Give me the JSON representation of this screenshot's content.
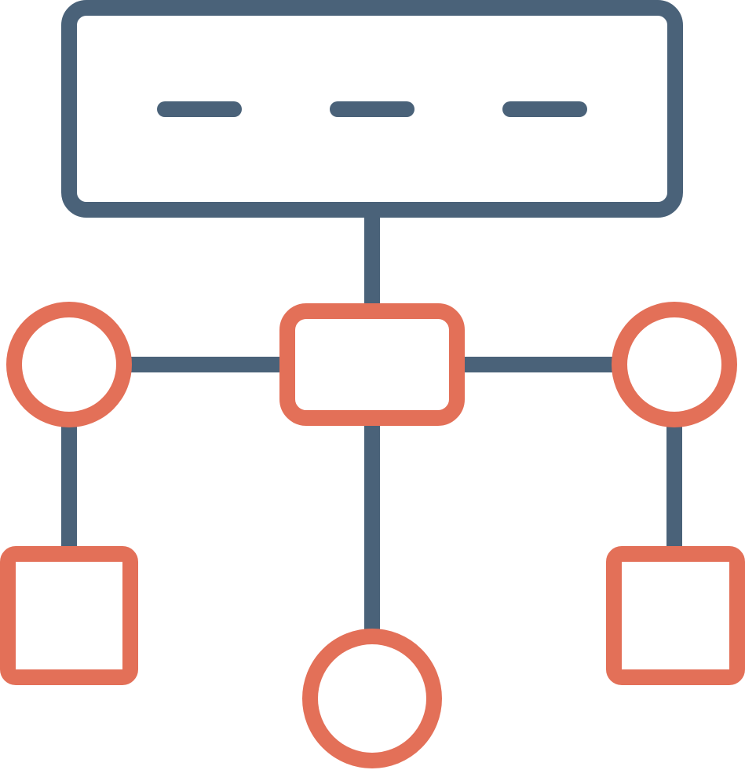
{
  "icon": {
    "name": "hierarchy-network-icon",
    "colors": {
      "primary": "#4a6279",
      "accent": "#e37058",
      "background": "#ffffff"
    },
    "nodes": [
      {
        "name": "root-panel",
        "shape": "rounded-rectangle",
        "color": "primary"
      },
      {
        "name": "center-node",
        "shape": "rounded-rectangle",
        "color": "accent"
      },
      {
        "name": "left-node",
        "shape": "circle",
        "color": "accent"
      },
      {
        "name": "right-node",
        "shape": "circle",
        "color": "accent"
      },
      {
        "name": "left-leaf",
        "shape": "square",
        "color": "accent"
      },
      {
        "name": "right-leaf",
        "shape": "square",
        "color": "accent"
      },
      {
        "name": "bottom-leaf",
        "shape": "circle",
        "color": "accent"
      }
    ],
    "edges": [
      {
        "from": "root-panel",
        "to": "center-node"
      },
      {
        "from": "center-node",
        "to": "left-node"
      },
      {
        "from": "center-node",
        "to": "right-node"
      },
      {
        "from": "center-node",
        "to": "bottom-leaf"
      },
      {
        "from": "left-node",
        "to": "left-leaf"
      },
      {
        "from": "right-node",
        "to": "right-leaf"
      }
    ]
  }
}
